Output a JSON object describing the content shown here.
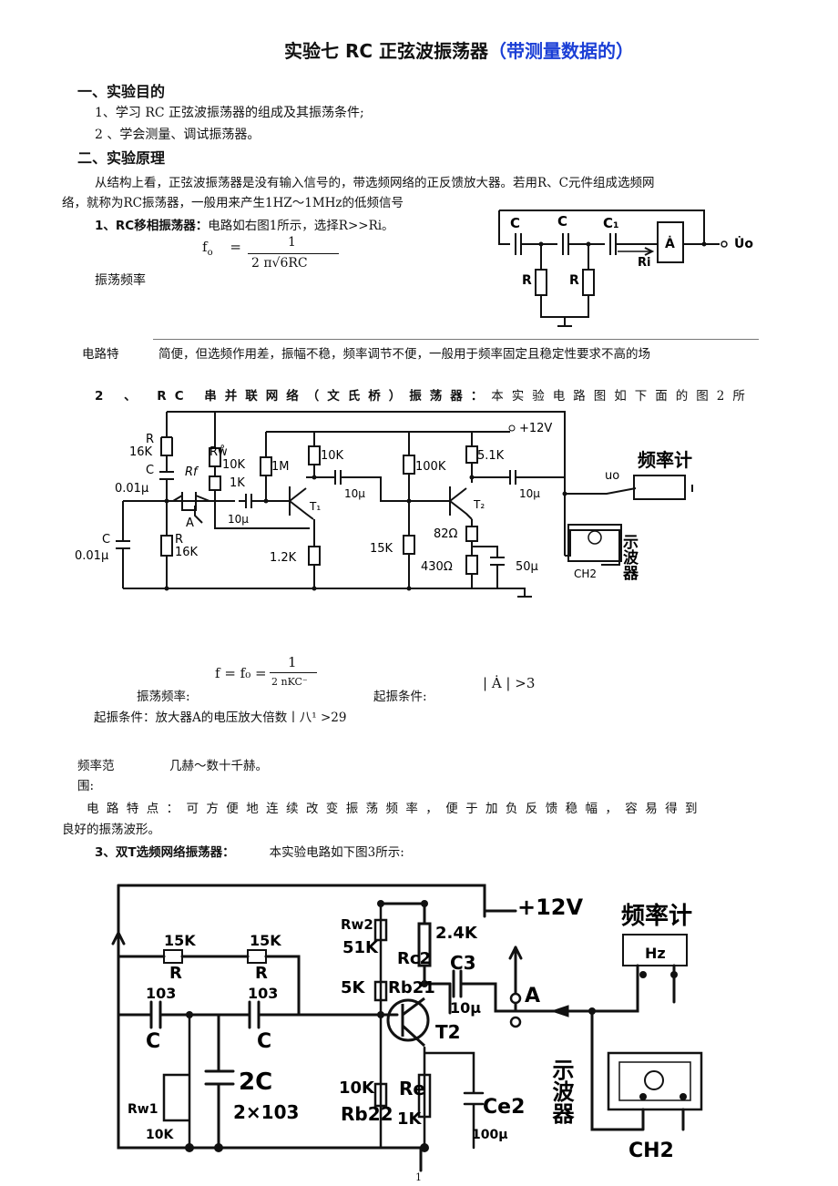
{
  "title": {
    "main": "实验七 RC 正弦波振荡器",
    "highlight": "（带测量数据的）"
  },
  "sec1": {
    "heading": "一、实验目的",
    "items": [
      "1、学习 RC 正弦波振荡器的组成及其振荡条件;",
      "2 、学会测量、调试振荡器。"
    ]
  },
  "sec2": {
    "heading": "二、实验原理",
    "intro_1": "从结构上看，正弦波振荡器是没有输入信号的，带选频网络的正反馈放大器。若用R、C元件组成选频网",
    "intro_2": "络，就称为RC振荡器，一般用来产生1HZ～1MHz的低频信号",
    "p1_label": "1、RC移相振荡器：",
    "p1_text": "电路如右图1所示，选择R>>Ri。",
    "p1_freq_label": "振荡频率",
    "p1_formula_lhs": "f",
    "p1_formula_sub": "o",
    "p1_formula_eq": "=",
    "p1_formula_num": "1",
    "p1_formula_den": "2 π√6RC",
    "p1_feature_label": "电路特",
    "p1_feature_text": "简便，但选频作用差，振幅不稳，频率调节不便，一般用于频率固定且稳定性要求不高的场",
    "p2_line": "2 、 RC 串并联网络（文氏桥）振荡器：",
    "p2_line_tail": "本实验电路图如下面的图2所",
    "p2_freq_label": "振荡频率:",
    "p2_formula": "f = f₀ =",
    "p2_formula_num": "1",
    "p2_formula_den": "2  nKC⁻",
    "p2_start_label": "起振条件:",
    "p2_start_formula": "| Ȧ | >3",
    "p2_start_line": "起振条件：放大器A的电压放大倍数丨八¹ >29",
    "p2_range_label": "频率范",
    "p2_range_label2": "围:",
    "p2_range_text": "几赫～数十千赫。",
    "p2_feature_1": "电路特点：可方便地连续改变振荡频率，便于加负反馈稳幅，容易得到",
    "p2_feature_2": "良好的振荡波形。",
    "p3_label": "3、双T选频网络振荡器：",
    "p3_text": "本实验电路如下图3所示:",
    "page_number": "1"
  },
  "fig1": {
    "c1": "C",
    "c2": "C",
    "c3": "C₁",
    "amp": "Ȧ",
    "out": "U̇o",
    "r1": "R",
    "r2": "R",
    "ri": "Ri"
  },
  "fig2": {
    "r_top": "R",
    "r_top_val": "16K",
    "c_top": "C",
    "c_top_val": "0.01μ",
    "c_bot": "C",
    "c_bot_val": "0.01μ",
    "r_bot": "R",
    "r_bot_val": "16K",
    "rf": "Rf",
    "rw": "Rẘ",
    "rw_val": "10K",
    "r1k": "1K",
    "r1m": "1M",
    "r10k": "10K",
    "c10u": "10μ",
    "c10u_b": "10μ",
    "t1": "T₁",
    "r12k": "1.2K",
    "a": "A",
    "r100k": "100K",
    "r15k": "15K",
    "r51k": "5.1K",
    "c10u_c": "10μ",
    "t2": "T₂",
    "r82": "82Ω",
    "r430": "430Ω",
    "c50u": "50μ",
    "vcc": "+12V",
    "uo": "uo",
    "freq_meter": "频率计",
    "scope": "示波器",
    "ch2": "CH2"
  },
  "fig3": {
    "vcc": "+12V",
    "freq_meter": "频率计",
    "hz": "Hz",
    "r15k_1": "15K",
    "r_1": "R",
    "r15k_2": "15K",
    "r_2": "R",
    "c103_1": "103",
    "c_1": "C",
    "c103_2": "103",
    "c_2": "C",
    "c2c": "2C",
    "c2c_val": "2×103",
    "rw1": "Rw1",
    "rw1_val": "10K",
    "rw2": "Rw2",
    "rw2_val": "51K",
    "rc2": "Rc2",
    "rc2_val": "2.4K",
    "rb21": "Rb21",
    "rb21_val": "5K",
    "c3": "C3",
    "c3_val": "10μ",
    "t2": "T2",
    "a": "A",
    "rb22": "Rb22",
    "rb22_val": "10K",
    "re": "Re",
    "re_val": "1K",
    "ce2": "Ce2",
    "ce2_val": "100μ",
    "scope": "示波器",
    "ch2": "CH2"
  }
}
